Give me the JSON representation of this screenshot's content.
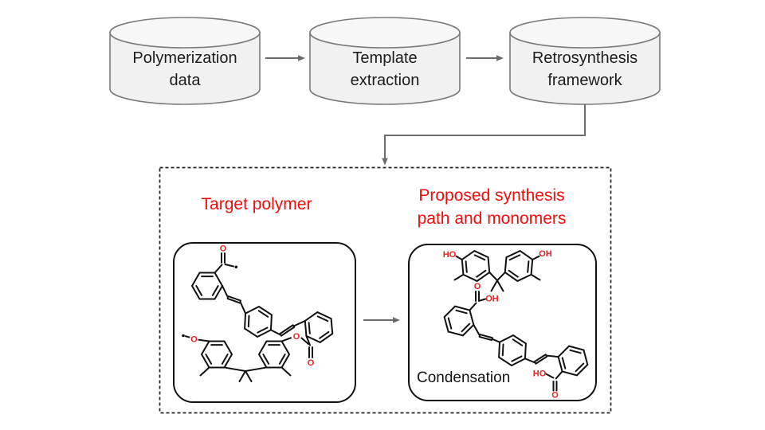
{
  "pipeline": {
    "nodes": [
      {
        "line1": "Polymerization",
        "line2": "data"
      },
      {
        "line1": "Template",
        "line2": "extraction"
      },
      {
        "line1": "Retrosynthesis",
        "line2": "framework"
      }
    ]
  },
  "panel": {
    "left_title": "Target polymer",
    "right_title_line1": "Proposed synthesis",
    "right_title_line2": "path and monomers",
    "reaction_label": "Condensation"
  },
  "atoms": {
    "o": "O",
    "oh": "OH",
    "ho": "HO"
  },
  "colors": {
    "title_red": "#f20d0d",
    "atom_red": "#e82222",
    "cylinder_fill": "#f1f1f1",
    "cylinder_top_fill": "#f7f7f7",
    "cylinder_stroke": "#7a7a7a",
    "arrow_gray": "#6b6b6b",
    "text_dark": "#1c1c1c",
    "structure_stroke": "#111111",
    "dashed_border": "#222222",
    "background": "#ffffff"
  }
}
